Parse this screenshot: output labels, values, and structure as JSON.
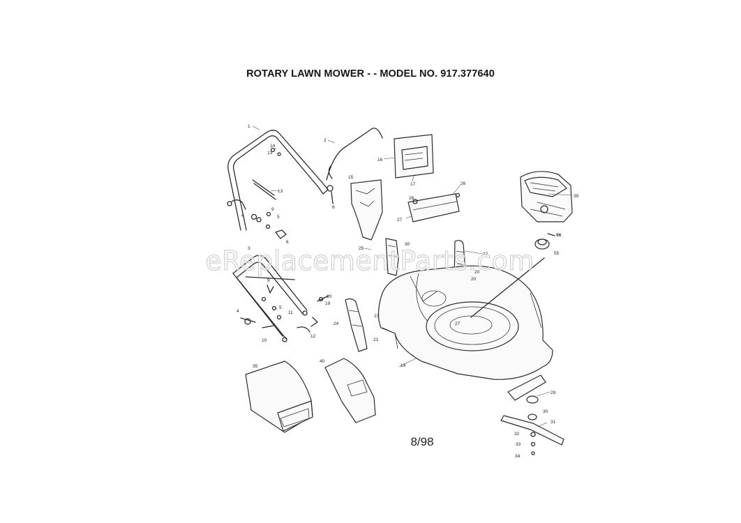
{
  "title": "ROTARY LAWN MOWER - - MODEL NO. 917.377640",
  "footer": "8/98",
  "watermark": "eReplacementParts.com",
  "callouts": {
    "c1": "1",
    "c2": "2",
    "c3": "3",
    "c4a": "4",
    "c4b": "4",
    "c5": "5",
    "c6": "6",
    "c8": "8",
    "c9a": "9",
    "c9b": "9",
    "c10": "10",
    "c11": "11",
    "c12": "12",
    "c13": "13",
    "c14": "14",
    "c15": "15",
    "c16": "16",
    "c17": "17",
    "c19": "19",
    "c20a": "20",
    "c20b": "20",
    "c21": "21",
    "c22": "22",
    "c23": "23",
    "c24": "24",
    "c25": "25",
    "c26": "26",
    "c27a": "27",
    "c27b": "27",
    "c28": "28",
    "c29": "29",
    "c30": "30",
    "c31": "31",
    "c32": "32",
    "c33": "33",
    "c34": "34",
    "c35": "35",
    "c36": "36",
    "c39": "39",
    "c40": "40",
    "c55": "55",
    "c56": "56"
  }
}
